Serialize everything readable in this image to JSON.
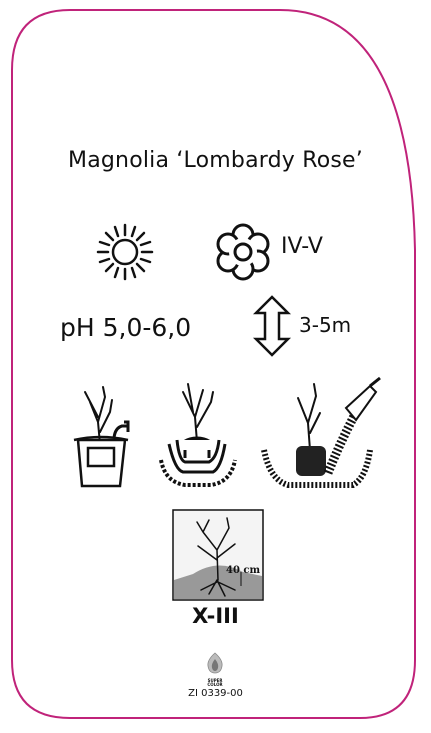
{
  "title": "Magnolia ‘Lombardy Rose’",
  "flowering": "IV-V",
  "ph": "pH 5,0-6,0",
  "height": "3-5m",
  "planting_depth": "40 cm",
  "hardiness_zone": "X-III",
  "logo_text": [
    "SUPER",
    "COLOR"
  ],
  "code": "ZI 0339-00",
  "colors": {
    "border": "#c0237a",
    "ink": "#111111",
    "soil": "#999999"
  },
  "icons": [
    "sun-icon",
    "flower-icon",
    "height-arrow-icon",
    "bucket-watering-icon",
    "plant-in-hole-icon",
    "soil-filling-icon",
    "planting-depth-icon",
    "flame-logo-icon"
  ]
}
